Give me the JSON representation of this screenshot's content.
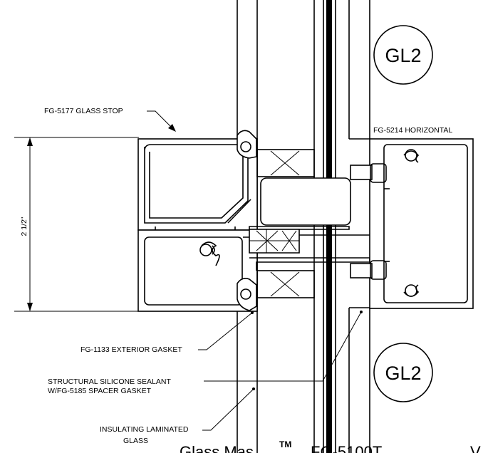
{
  "callouts": {
    "glass_stop": "FG-5177 GLASS STOP",
    "horizontal": "FG-5214 HORIZONTAL",
    "exterior_gasket": "FG-1133 EXTERIOR GASKET",
    "sealant_line1": "STRUCTURAL SILICONE SEALANT",
    "sealant_line2": "W/FG-5185 SPACER GASKET",
    "glass_line1": "INSULATING LAMINATED",
    "glass_line2": "GLASS"
  },
  "dimension": "2 1/2\"",
  "tags": {
    "top": "GL2",
    "bottom": "GL2"
  },
  "footer": {
    "part1": "Glass Mas",
    "trademark": "TM",
    "part2": "FG-5100T",
    "part3": "V"
  }
}
